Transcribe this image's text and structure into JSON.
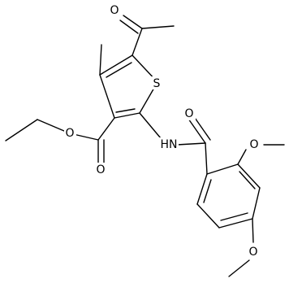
{
  "structure": {
    "atoms": [
      {
        "id": "O1",
        "label": "O"
      },
      {
        "id": "S1",
        "label": "S"
      },
      {
        "id": "O2",
        "label": "O"
      },
      {
        "id": "O3",
        "label": "O"
      },
      {
        "id": "O4",
        "label": "O"
      },
      {
        "id": "N1",
        "label": "HN"
      },
      {
        "id": "O5",
        "label": "O"
      },
      {
        "id": "O6",
        "label": "O"
      }
    ]
  },
  "colors": {
    "bond": "#000000",
    "text": "#000000",
    "background": "#ffffff"
  }
}
